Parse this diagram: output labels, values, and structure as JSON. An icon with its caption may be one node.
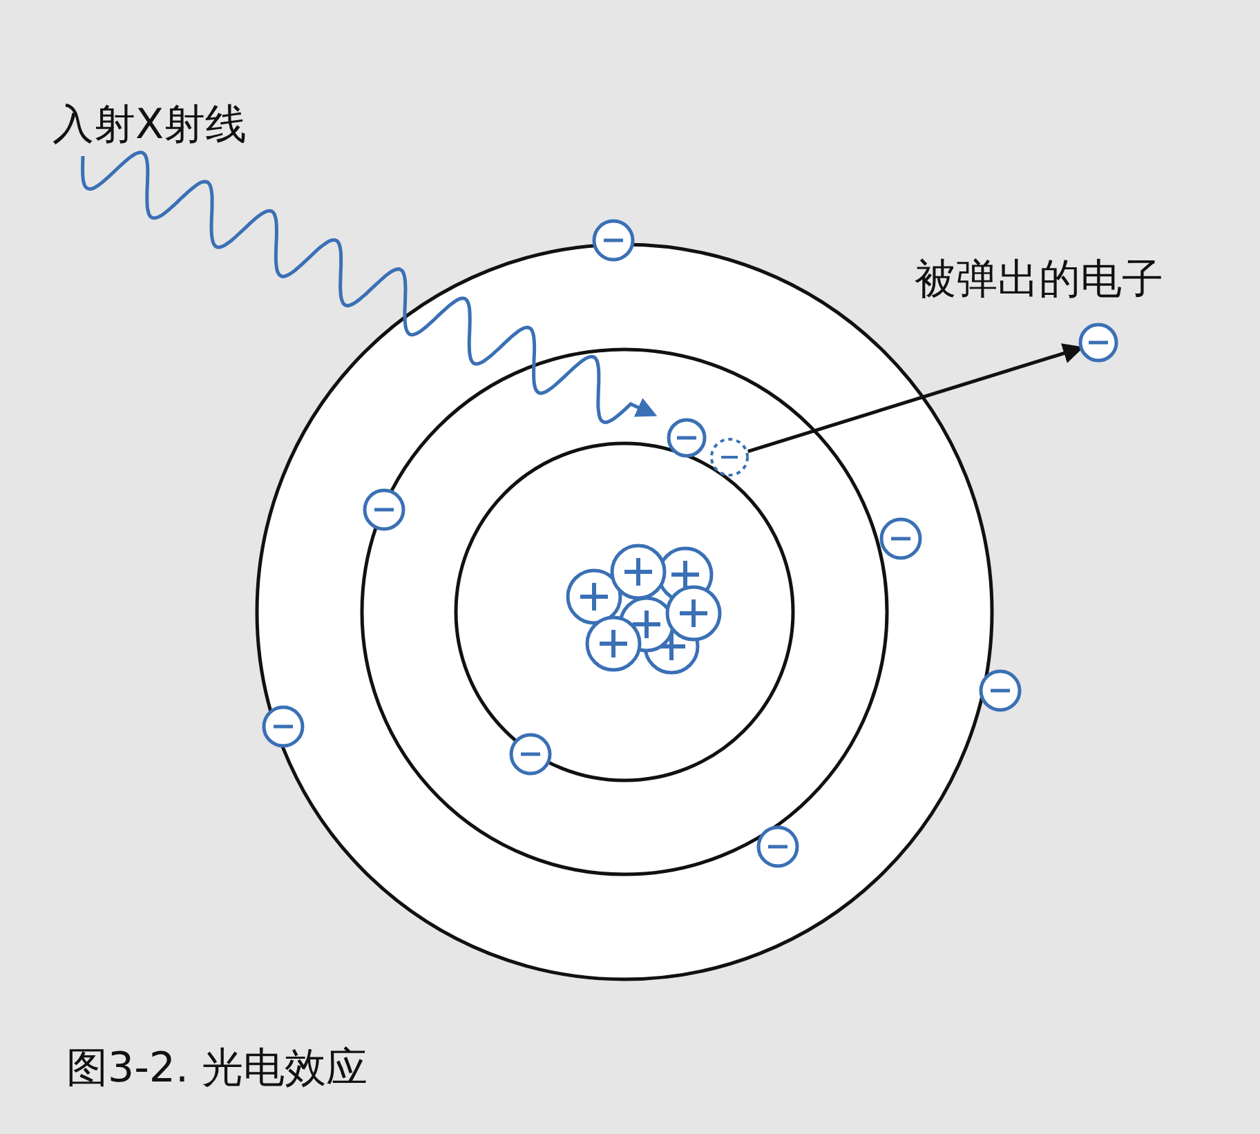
{
  "diagram": {
    "caption": "图3-2. 光电效应",
    "nodes": [
      {
        "text": [
          "入射X射线"
        ]
      },
      {
        "text": [],
        "shape": "circle"
      },
      {
        "text": [],
        "shape": "circle"
      },
      {
        "text": [],
        "shape": "circle",
        "beside": [
          "被弹出的电子"
        ]
      }
    ],
    "edges": [
      {
        "from": 0,
        "to": 1,
        "arrow": "to",
        "color": "#3a70b5"
      },
      {
        "from": 2,
        "to": 3,
        "arrow": "to",
        "color": "#111111"
      }
    ]
  }
}
